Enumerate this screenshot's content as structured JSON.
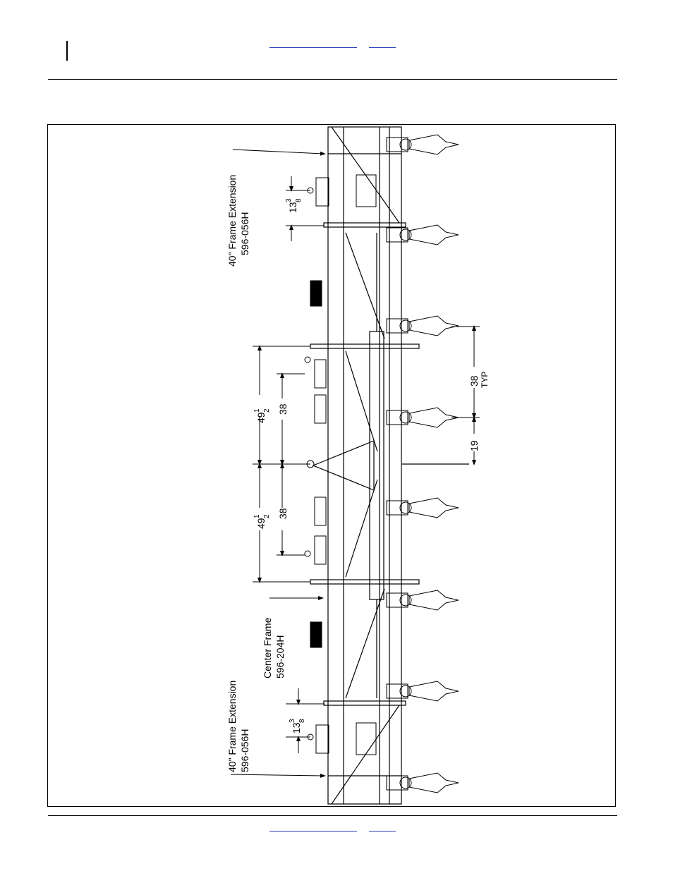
{
  "labels": {
    "top_extension": "40\" Frame Extension",
    "top_part": "596-056H",
    "center_frame": "Center Frame",
    "center_part": "596-204H",
    "bottom_extension": "40\" Frame Extension",
    "bottom_part": "596-056H"
  },
  "dimensions": {
    "d_13_top_whole": "13",
    "d_13_top_num": "3",
    "d_13_top_den": "8",
    "d_49_upper_whole": "49",
    "d_49_upper_num": "1",
    "d_49_upper_den": "2",
    "d_38_upper": "38",
    "d_49_lower_whole": "49",
    "d_49_lower_num": "1",
    "d_49_lower_den": "2",
    "d_38_lower": "38",
    "d_13_bottom_whole": "13",
    "d_13_bottom_num": "3",
    "d_13_bottom_den": "8",
    "d_38_typ": "38",
    "d_typ": "TYP",
    "d_19": "19"
  },
  "colors": {
    "link": "#2b3fb8",
    "ink": "#000000"
  }
}
